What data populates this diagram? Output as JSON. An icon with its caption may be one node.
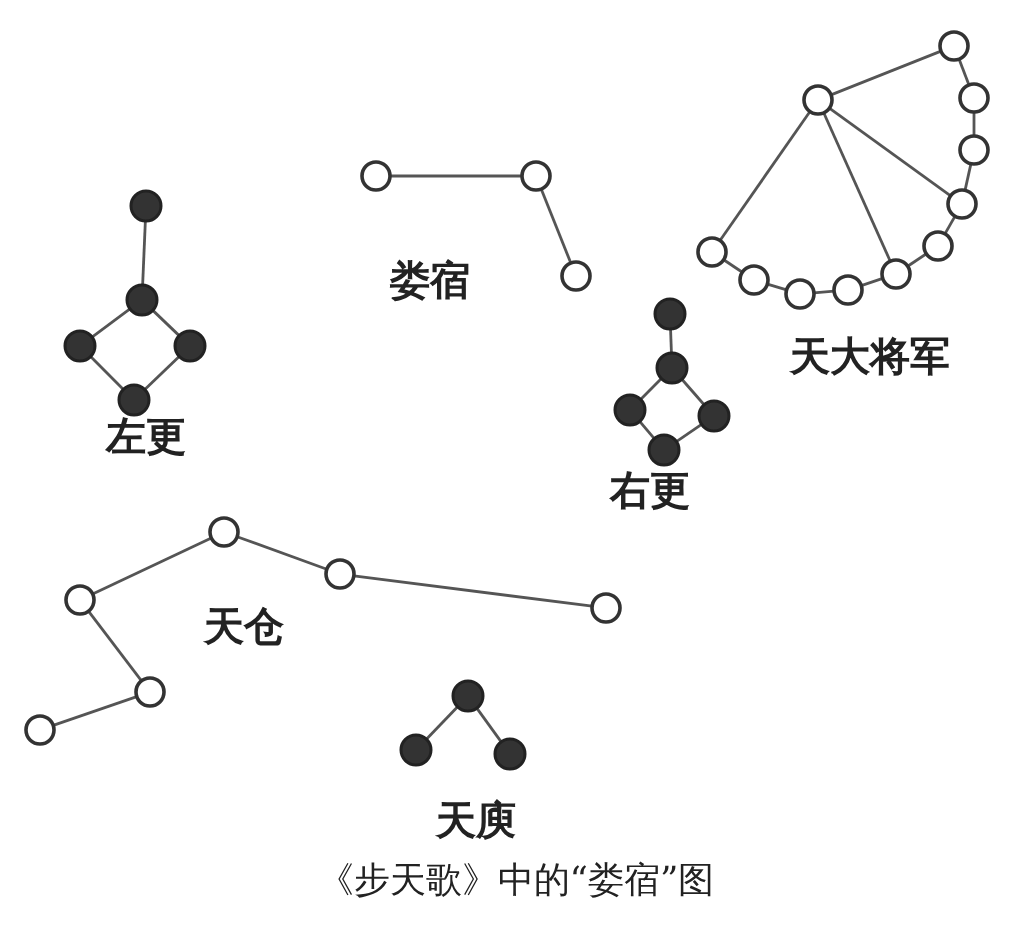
{
  "diagram": {
    "caption": "《步天歌》中的“娄宿”图",
    "nodes": [
      {
        "text": [],
        "shape": "dot"
      },
      {
        "text": [],
        "shape": "dot"
      },
      {
        "text": [],
        "shape": "dot"
      },
      {
        "text": [],
        "shape": "dot"
      },
      {
        "text": [],
        "shape": "dot"
      },
      {
        "text": [],
        "shape": "circle"
      },
      {
        "text": [],
        "shape": "circle"
      },
      {
        "text": [],
        "shape": "circle"
      },
      {
        "text": [],
        "shape": "circle"
      },
      {
        "text": [],
        "shape": "circle"
      },
      {
        "text": [],
        "shape": "circle"
      },
      {
        "text": [],
        "shape": "circle"
      },
      {
        "text": [],
        "shape": "circle"
      },
      {
        "text": [],
        "shape": "circle"
      },
      {
        "text": [],
        "shape": "circle"
      },
      {
        "text": [],
        "shape": "circle"
      },
      {
        "text": [],
        "shape": "circle"
      },
      {
        "text": [],
        "shape": "circle"
      },
      {
        "text": [],
        "shape": "circle"
      },
      {
        "text": [],
        "shape": "dot"
      },
      {
        "text": [],
        "shape": "dot"
      },
      {
        "text": [],
        "shape": "dot"
      },
      {
        "text": [],
        "shape": "dot"
      },
      {
        "text": [],
        "shape": "dot"
      },
      {
        "text": [],
        "shape": "circle"
      },
      {
        "text": [],
        "shape": "circle"
      },
      {
        "text": [],
        "shape": "circle"
      },
      {
        "text": [],
        "shape": "circle"
      },
      {
        "text": [],
        "shape": "circle"
      },
      {
        "text": [],
        "shape": "circle"
      },
      {
        "text": [],
        "shape": "dot"
      },
      {
        "text": [],
        "shape": "dot"
      },
      {
        "text": [],
        "shape": "dot"
      }
    ],
    "edges": [
      {
        "from": 0,
        "to": 1,
        "arrow": "none"
      },
      {
        "from": 1,
        "to": 2,
        "arrow": "none"
      },
      {
        "from": 1,
        "to": 3,
        "arrow": "none"
      },
      {
        "from": 2,
        "to": 4,
        "arrow": "none"
      },
      {
        "from": 3,
        "to": 4,
        "arrow": "none"
      },
      {
        "from": 5,
        "to": 6,
        "arrow": "none"
      },
      {
        "from": 6,
        "to": 7,
        "arrow": "none"
      },
      {
        "from": 8,
        "to": 9,
        "arrow": "none"
      },
      {
        "from": 8,
        "to": 12,
        "arrow": "none"
      },
      {
        "from": 8,
        "to": 14,
        "arrow": "none"
      },
      {
        "from": 8,
        "to": 18,
        "arrow": "none"
      },
      {
        "from": 9,
        "to": 10,
        "arrow": "none"
      },
      {
        "from": 10,
        "to": 11,
        "arrow": "none"
      },
      {
        "from": 11,
        "to": 12,
        "arrow": "none"
      },
      {
        "from": 12,
        "to": 13,
        "arrow": "none"
      },
      {
        "from": 13,
        "to": 14,
        "arrow": "none"
      },
      {
        "from": 14,
        "to": 15,
        "arrow": "none"
      },
      {
        "from": 15,
        "to": 16,
        "arrow": "none"
      },
      {
        "from": 16,
        "to": 17,
        "arrow": "none"
      },
      {
        "from": 17,
        "to": 18,
        "arrow": "none"
      },
      {
        "from": 19,
        "to": 20,
        "arrow": "none"
      },
      {
        "from": 20,
        "to": 21,
        "arrow": "none"
      },
      {
        "from": 20,
        "to": 22,
        "arrow": "none"
      },
      {
        "from": 21,
        "to": 23,
        "arrow": "none"
      },
      {
        "from": 22,
        "to": 23,
        "arrow": "none"
      },
      {
        "from": 24,
        "to": 25,
        "arrow": "none"
      },
      {
        "from": 25,
        "to": 26,
        "arrow": "none"
      },
      {
        "from": 26,
        "to": 27,
        "arrow": "none"
      },
      {
        "from": 24,
        "to": 28,
        "arrow": "none"
      },
      {
        "from": 28,
        "to": 29,
        "arrow": "none"
      },
      {
        "from": 30,
        "to": 31,
        "arrow": "none"
      },
      {
        "from": 30,
        "to": 32,
        "arrow": "none"
      }
    ],
    "labels": [
      "娄宿",
      "天大将军",
      "左更",
      "右更",
      "天仓",
      "天庾"
    ]
  }
}
